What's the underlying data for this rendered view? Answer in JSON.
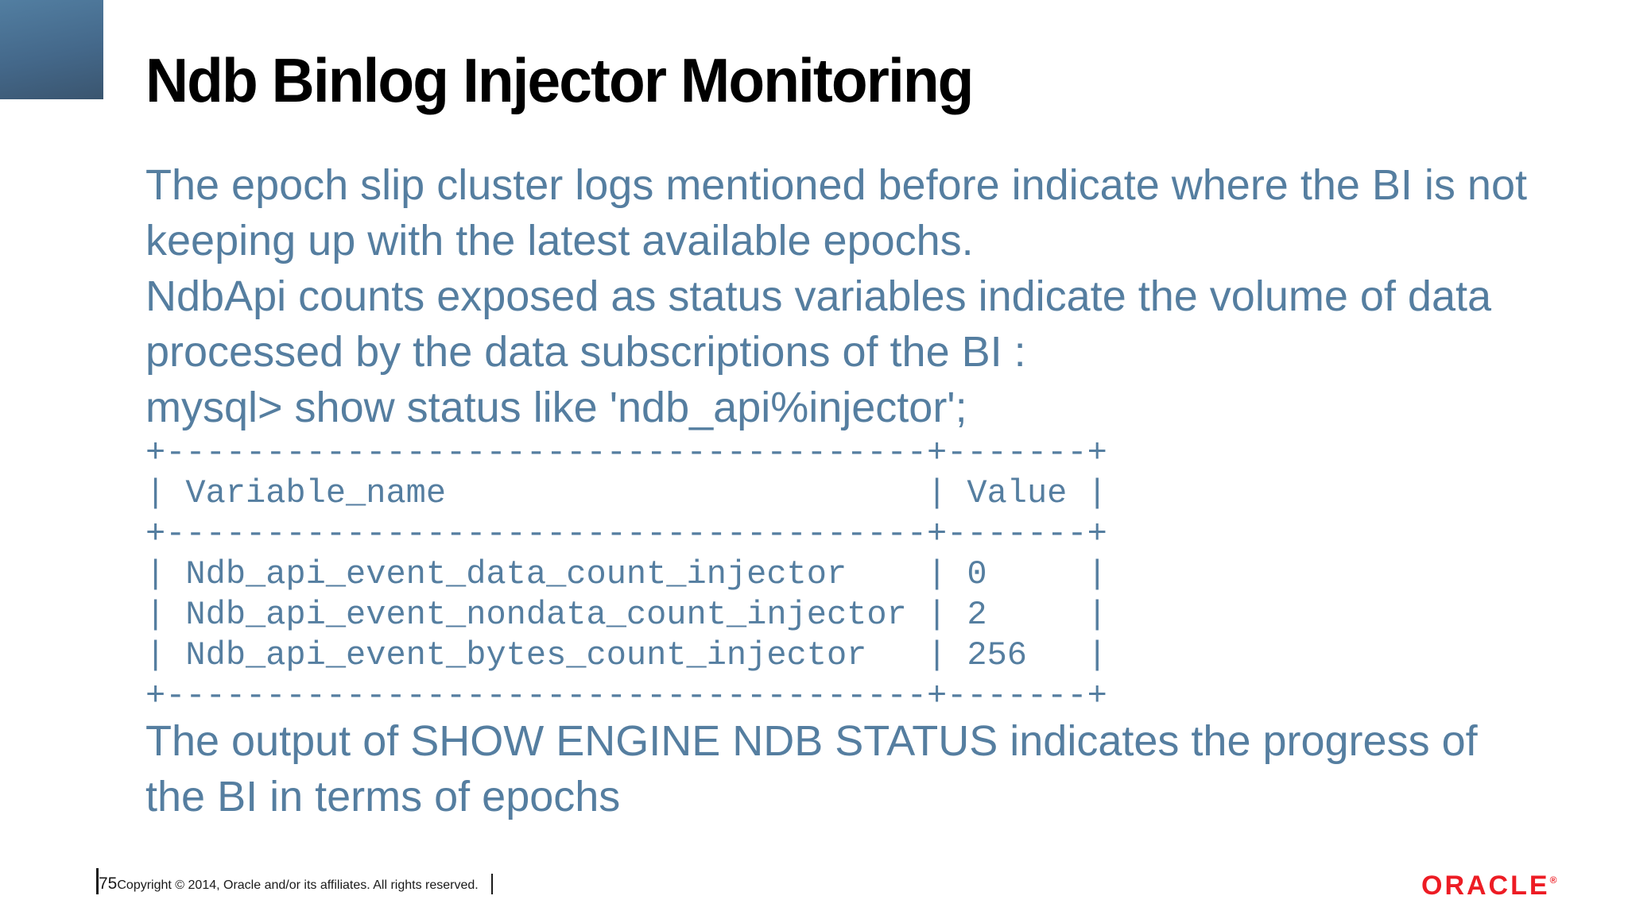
{
  "title": "Ndb Binlog Injector Monitoring",
  "body": {
    "lines": [
      "The epoch slip cluster logs mentioned before indicate where the BI is not",
      "keeping up with the latest available epochs.",
      "NdbApi counts exposed as status variables indicate the volume of data",
      "processed by the data subscriptions of the BI :",
      "mysql> show status like 'ndb_api%injector';"
    ]
  },
  "terminal": {
    "lines": [
      "+--------------------------------------+-------+",
      "| Variable_name                        | Value |",
      "+--------------------------------------+-------+",
      "| Ndb_api_event_data_count_injector    | 0     |",
      "| Ndb_api_event_nondata_count_injector | 2     |",
      "| Ndb_api_event_bytes_count_injector   | 256   |",
      "+--------------------------------------+-------+"
    ],
    "columns": [
      "Variable_name",
      "Value"
    ],
    "rows": [
      {
        "variable": "Ndb_api_event_data_count_injector",
        "value": "0"
      },
      {
        "variable": "Ndb_api_event_nondata_count_injector",
        "value": "2"
      },
      {
        "variable": "Ndb_api_event_bytes_count_injector",
        "value": "256"
      }
    ]
  },
  "outro": {
    "lines": [
      "The output of SHOW ENGINE NDB STATUS indicates the progress of",
      "the BI in terms of epochs"
    ]
  },
  "footer": {
    "page_number": "75",
    "copyright": "Copyright © 2014, Oracle and/or its affiliates. All rights reserved."
  },
  "logo": {
    "brand": "ORACLE",
    "registered": "®"
  },
  "colors": {
    "body_text": "#557EA0",
    "title_text": "#000000",
    "oracle_red": "#ED1C24",
    "corner_gradient_top": "#527EA1",
    "corner_gradient_bottom": "#3A556F",
    "background": "#FFFFFF"
  }
}
